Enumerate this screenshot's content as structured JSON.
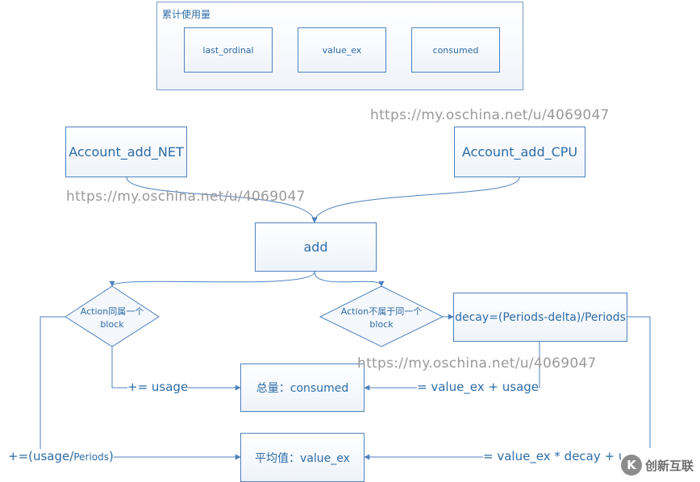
{
  "group": {
    "title": "累计使用量",
    "items": [
      "last_ordinal",
      "value_ex",
      "consumed"
    ]
  },
  "nodes": {
    "net": "Account_add_NET",
    "cpu": "Account_add_CPU",
    "add": "add",
    "same_block": [
      "Action同属一个",
      "block"
    ],
    "diff_block": [
      "Action不属于同一个",
      "block"
    ],
    "decay": "decay=(Periods-delta)/Periods",
    "consumed": "总量：consumed",
    "avg": "平均值：value_ex"
  },
  "edge_labels": {
    "plus_usage": "+= usage",
    "value_plus_usage": "= value_ex + usage",
    "usage_periods_prefix": "+=(usage/",
    "usage_periods_small": "Periods",
    "usage_periods_suffix": ")",
    "decay_formula": "= value_ex * decay + u"
  },
  "watermark": "https://my.oschina.net/u/4069047",
  "logo": {
    "mark": "K",
    "text": "创新互联"
  },
  "colors": {
    "stroke": "#4f81bd",
    "text": "#2e6ca6",
    "watermark": "#9a9a9a"
  }
}
